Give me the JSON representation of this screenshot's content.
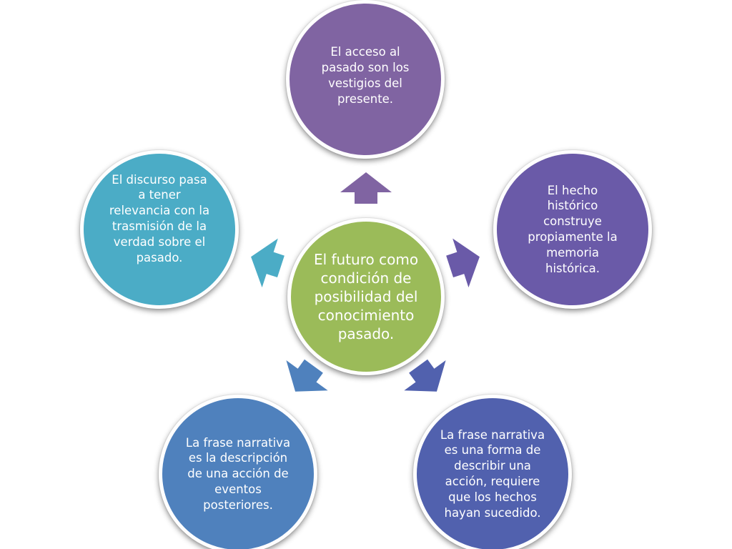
{
  "diagram": {
    "center": {
      "text": "El futuro como\ncondición de\nposibilidad del\nconocimiento\npasado.",
      "color": "#9bbb59"
    },
    "nodes": [
      {
        "id": "top",
        "text": "El acceso al\npasado son los\nvestigios del\npresente.",
        "color": "#8064a2"
      },
      {
        "id": "right",
        "text": "El hecho\nhistórico\nconstruye\npropiamente la\nmemoria\nhistórica.",
        "color": "#6a5aa8"
      },
      {
        "id": "bottom-right",
        "text": "La frase narrativa\nes una forma de\ndescribir una\nacción, requiere\nque los hechos\nhayan sucedido.",
        "color": "#5161ae"
      },
      {
        "id": "bottom-left",
        "text": "La frase narrativa\nes la descripción\nde una acción de\neventos\nposteriores.",
        "color": "#4f81bd"
      },
      {
        "id": "left",
        "text": "El discurso pasa\na tener\nrelevancia con la\ntrasmisión de la\nverdad sobre el\npasado.",
        "color": "#4bacc6"
      }
    ],
    "arrow_colors": {
      "top": "#8064a2",
      "right": "#6a5aa8",
      "bottom-right": "#5161ae",
      "bottom-left": "#4f81bd",
      "left": "#4bacc6"
    }
  }
}
